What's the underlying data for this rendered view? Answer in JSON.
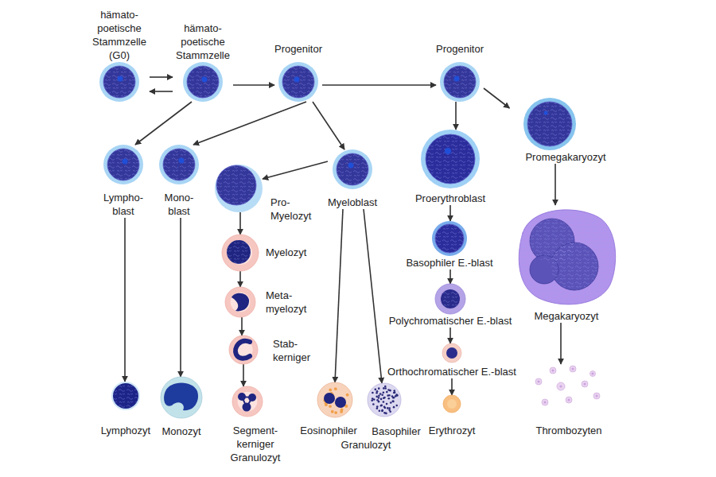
{
  "diagram": {
    "nodes": [
      {
        "text": [
          "hämato- poetische Stammzelle (G0)"
        ]
      },
      {
        "text": [
          "hämato- poetische Stammzelle"
        ]
      },
      {
        "text": [
          "Progenitor"
        ]
      },
      {
        "text": [
          "Progenitor"
        ]
      },
      {
        "text": [
          "Promegakaryozyt"
        ]
      },
      {
        "text": [
          "Lympho- blast"
        ]
      },
      {
        "text": [
          "Mono- blast"
        ]
      },
      {
        "text": [
          "Myeloblast"
        ]
      },
      {
        "text": [
          "Pro- Myelozyt"
        ]
      },
      {
        "text": [
          "Proerythroblast"
        ]
      },
      {
        "text": [
          "Basophiler E.-blast"
        ]
      },
      {
        "text": [
          "Myelozyt"
        ]
      },
      {
        "text": [
          "Megakaryozyt"
        ]
      },
      {
        "text": [
          "Polychromatischer E.-blast"
        ]
      },
      {
        "text": [
          "Meta- myelozyt"
        ]
      },
      {
        "text": [
          "Stab- kerniger"
        ]
      },
      {
        "text": [
          "Orthochromatischer E.-blast"
        ]
      },
      {
        "text": [
          "Lymphozyt"
        ]
      },
      {
        "text": [
          "Monozyt"
        ]
      },
      {
        "text": [
          "Segment- kerniger Granulozyt"
        ]
      },
      {
        "text": [
          "Eosinophiler"
        ]
      },
      {
        "text": [
          "Basophiler"
        ]
      },
      {
        "text": [
          "Erythrozyt"
        ]
      },
      {
        "text": [
          "Thrombozyten"
        ]
      }
    ],
    "edges": [
      {
        "from": 0,
        "to": 1,
        "arrow": "to"
      },
      {
        "from": 1,
        "to": 0,
        "arrow": "to"
      },
      {
        "from": 1,
        "to": 2,
        "arrow": "to"
      },
      {
        "from": 2,
        "to": 3,
        "arrow": "to"
      },
      {
        "from": 1,
        "to": 5,
        "arrow": "to"
      },
      {
        "from": 2,
        "to": 6,
        "arrow": "to"
      },
      {
        "from": 2,
        "to": 7,
        "arrow": "to"
      },
      {
        "from": 3,
        "to": 4,
        "arrow": "to"
      },
      {
        "from": 3,
        "to": 9,
        "arrow": "to"
      },
      {
        "from": 7,
        "to": 8,
        "arrow": "to"
      },
      {
        "from": 8,
        "to": 11,
        "arrow": "to"
      },
      {
        "from": 11,
        "to": 14,
        "arrow": "to"
      },
      {
        "from": 14,
        "to": 15,
        "arrow": "to"
      },
      {
        "from": 15,
        "to": 19,
        "arrow": "to"
      },
      {
        "from": 7,
        "to": 20,
        "arrow": "to"
      },
      {
        "from": 7,
        "to": 21,
        "arrow": "to"
      },
      {
        "from": 5,
        "to": 17,
        "arrow": "to"
      },
      {
        "from": 6,
        "to": 18,
        "arrow": "to"
      },
      {
        "from": 9,
        "to": 10,
        "arrow": "to"
      },
      {
        "from": 10,
        "to": 13,
        "arrow": "to"
      },
      {
        "from": 13,
        "to": 16,
        "arrow": "to"
      },
      {
        "from": 16,
        "to": 22,
        "arrow": "to"
      },
      {
        "from": 4,
        "to": 12,
        "arrow": "to"
      },
      {
        "from": 12,
        "to": 23,
        "arrow": "to"
      }
    ],
    "labels": [
      "Granulozyt"
    ]
  }
}
